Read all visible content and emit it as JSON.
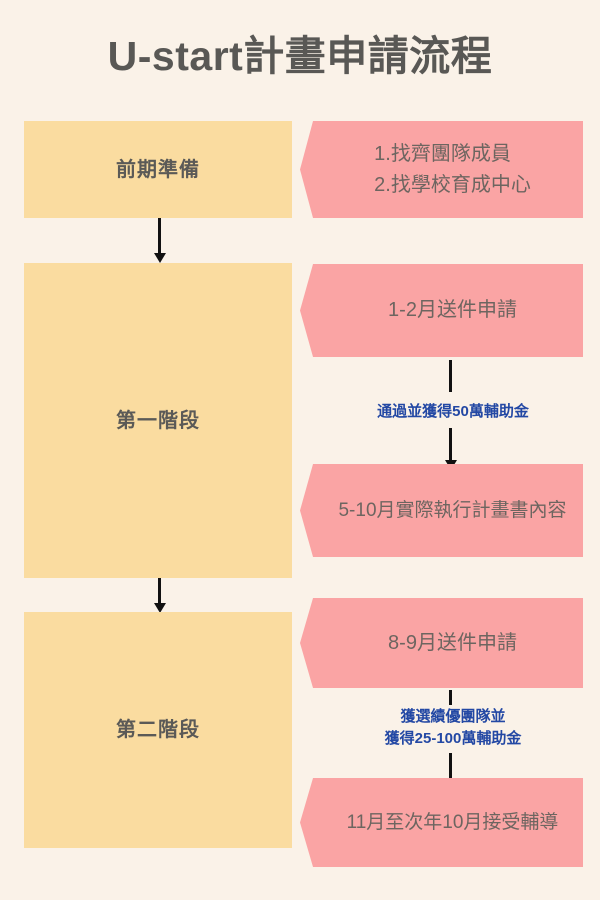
{
  "page": {
    "title": "U-start計畫申請流程",
    "background_color": "#FAF2E8",
    "title_color": "#595855",
    "stage_box_color": "#FADCA0",
    "banner_color": "#FAA4A4",
    "banner_text_color": "#6D6560",
    "note_text_color": "#2348A4",
    "connector_color": "#111111"
  },
  "stages": [
    {
      "label": "前期準備",
      "banners": [
        {
          "text": "1.找齊團隊成員\n2.找學校育成中心"
        }
      ],
      "notes": []
    },
    {
      "label": "第一階段",
      "banners": [
        {
          "text": "1-2月送件申請"
        },
        {
          "text": "5-10月實際執行計畫書內容"
        }
      ],
      "notes": [
        {
          "text": "通過並獲得50萬輔助金"
        }
      ]
    },
    {
      "label": "第二階段",
      "banners": [
        {
          "text": "8-9月送件申請"
        },
        {
          "text": "11月至次年10月接受輔導"
        }
      ],
      "notes": [
        {
          "text": "獲選績優團隊並\n獲得25-100萬輔助金"
        }
      ]
    }
  ]
}
